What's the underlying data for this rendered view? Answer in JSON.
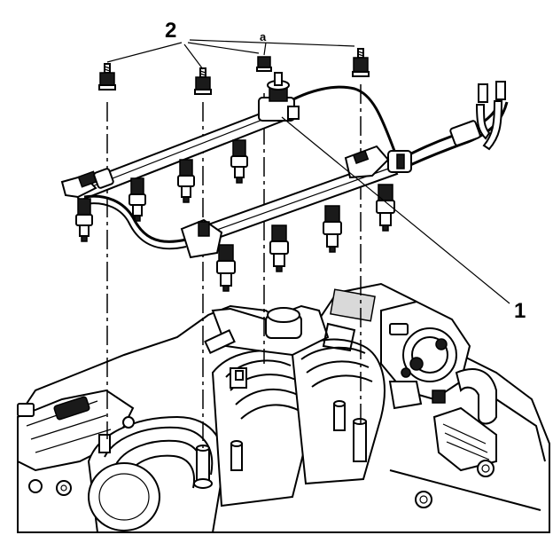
{
  "callouts": {
    "fuel_rail": "1",
    "bolts": "2",
    "note_marker": "a"
  }
}
